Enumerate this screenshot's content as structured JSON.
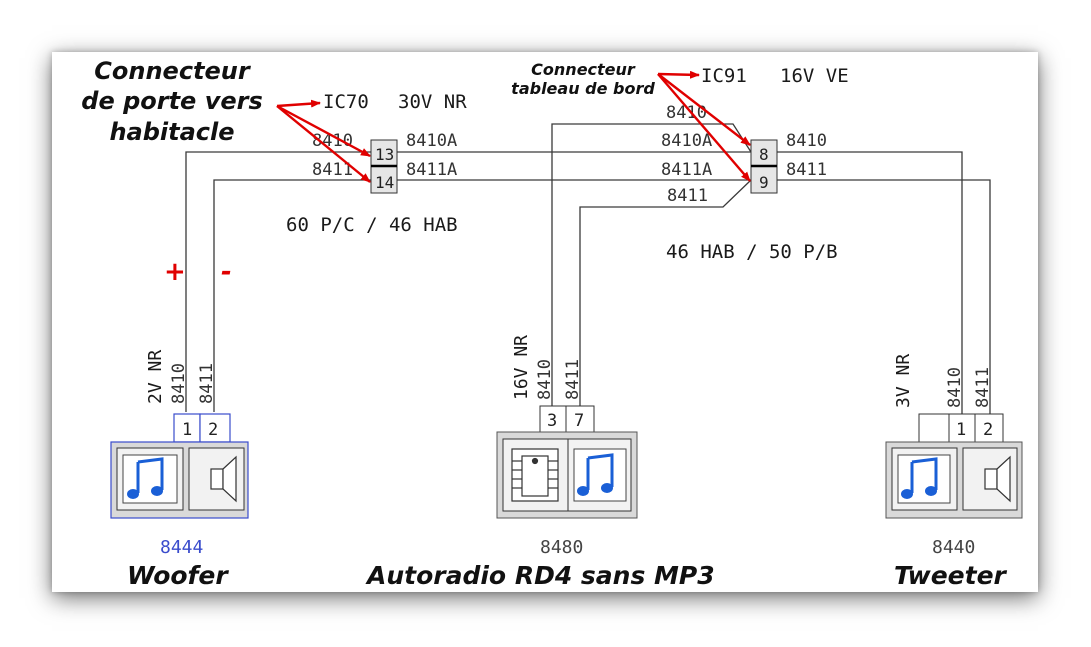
{
  "colors": {
    "wire": "#3a3a3a",
    "text": "#1a1a1a",
    "annotation": "#e00000",
    "woofer_highlight": "#3a4ccc",
    "speaker_blue": "#1a5fd6"
  },
  "annotations": {
    "door_connector": [
      "Connecteur",
      "de porte vers",
      "habitacle"
    ],
    "dash_connector": [
      "Connecteur",
      "tableau de bord"
    ],
    "plus": "+",
    "minus": "-"
  },
  "connectors": {
    "ic70": {
      "code": "IC70",
      "spec": "30V NR",
      "pin_top": "13",
      "pin_bottom": "14",
      "note": "60 P/C / 46 HAB"
    },
    "ic91": {
      "code": "IC91",
      "spec": "16V VE",
      "pin_top": "8",
      "pin_bottom": "9",
      "note": "46 HAB / 50 P/B"
    }
  },
  "wires": {
    "w8410": "8410",
    "w8411": "8411",
    "w8410a": "8410A",
    "w8411a": "8411A"
  },
  "components": {
    "woofer": {
      "id": "8444",
      "title": "Woofer",
      "connector": "2V NR",
      "pin1": "1",
      "pin2": "2"
    },
    "radio": {
      "id": "8480",
      "title": "Autoradio RD4 sans MP3",
      "connector": "16V NR",
      "pin1": "3",
      "pin2": "7"
    },
    "tweeter": {
      "id": "8440",
      "title": "Tweeter",
      "connector": "3V NR",
      "pin1": "1",
      "pin2": "2"
    }
  }
}
